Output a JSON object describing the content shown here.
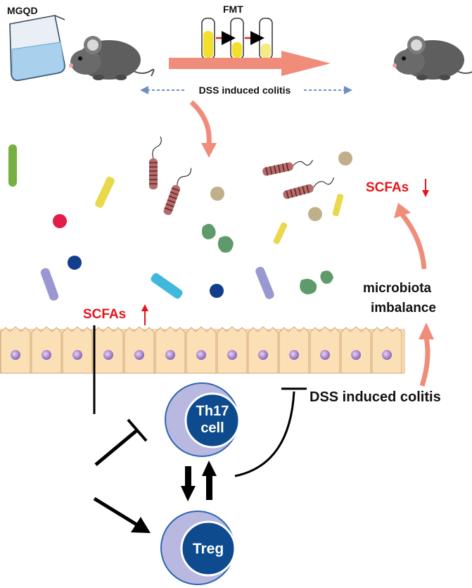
{
  "labels": {
    "treatment": "MGQD",
    "transplant": "FMT",
    "model_top": "DSS induced colitis",
    "model_right": "DSS induced colitis",
    "scfa_low": "SCFAs",
    "scfa_high": "SCFAs",
    "imbalance_1": "microbiota",
    "imbalance_2": "imbalance",
    "th17_1": "Th17",
    "th17_2": "cell",
    "treg": "Treg"
  },
  "colors": {
    "salmon_arrow": "#f08c7a",
    "dashed_arrow": "#6e8fc4",
    "scfa_text": "#e8141a",
    "cell_outer": "#b9b8e0",
    "cell_nucleus": "#0d4a8e",
    "epithelium": "#fbe0b6",
    "epithelium_nucleus": "#8a63b8",
    "bacterium_striped": "#b86a6a",
    "bacterium_green": "#5f9a6a",
    "bacterium_yellow": "#e8d84a",
    "bacterium_blue_rod": "#3fb8dc",
    "bacterium_lilac": "#9a98d0",
    "coccus_tan": "#bfb08a",
    "coccus_navy": "#123e8c",
    "coccus_red": "#e31d4a"
  },
  "icons": [
    "beaker-icon",
    "mouse-icon",
    "test-tube-icon",
    "bacterium-icon",
    "cell-icon"
  ]
}
